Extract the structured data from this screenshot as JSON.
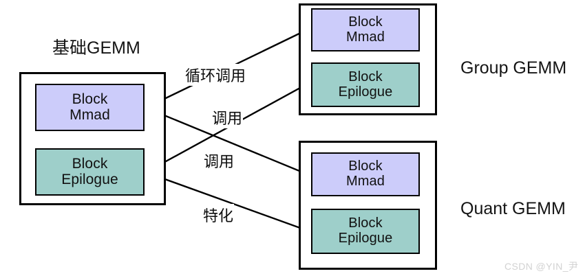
{
  "diagram": {
    "title_left": "基础GEMM",
    "groups": [
      {
        "id": "base-gemm",
        "title": "基础GEMM",
        "title_position": "above",
        "blocks": [
          {
            "id": "base-mmad",
            "line1": "Block",
            "line2": "Mmad",
            "color": "#ccccfa",
            "kind": "mmad"
          },
          {
            "id": "base-epilogue",
            "line1": "Block",
            "line2": "Epilogue",
            "color": "#9ecfca",
            "kind": "epilogue"
          }
        ]
      },
      {
        "id": "group-gemm",
        "title": "Group GEMM",
        "title_position": "right",
        "blocks": [
          {
            "id": "group-mmad",
            "line1": "Block",
            "line2": "Mmad",
            "color": "#ccccfa",
            "kind": "mmad"
          },
          {
            "id": "group-epilogue",
            "line1": "Block",
            "line2": "Epilogue",
            "color": "#9ecfca",
            "kind": "epilogue"
          }
        ]
      },
      {
        "id": "quant-gemm",
        "title": "Quant GEMM",
        "title_position": "right",
        "blocks": [
          {
            "id": "quant-mmad",
            "line1": "Block",
            "line2": "Mmad",
            "color": "#ccccfa",
            "kind": "mmad"
          },
          {
            "id": "quant-epilogue",
            "line1": "Block",
            "line2": "Epilogue",
            "color": "#9ecfca",
            "kind": "epilogue"
          }
        ]
      }
    ],
    "edges": [
      {
        "label": "循环调用",
        "from": "base-mmad",
        "to": "group-mmad"
      },
      {
        "label": "调用",
        "from": "base-epilogue",
        "to": "group-epilogue"
      },
      {
        "label": "调用",
        "from": "base-mmad",
        "to": "quant-mmad"
      },
      {
        "label": "特化",
        "from": "base-epilogue",
        "to": "quant-epilogue"
      }
    ],
    "colors": {
      "mmad_fill": "#ccccfa",
      "epilogue_fill": "#9ecfca",
      "stroke": "#000000",
      "background": "#ffffff",
      "watermark": "#d2d2d2"
    }
  },
  "watermark": {
    "text": "CSDN @YIN_尹"
  }
}
